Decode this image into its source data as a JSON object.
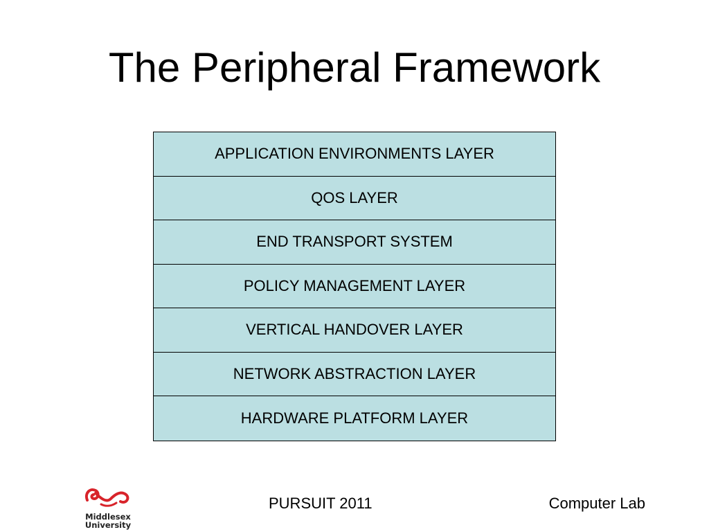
{
  "slide": {
    "title": "The Peripheral Framework"
  },
  "layers": [
    "APPLICATION ENVIRONMENTS LAYER",
    "QOS LAYER",
    "END TRANSPORT SYSTEM",
    "POLICY MANAGEMENT LAYER",
    "VERTICAL HANDOVER LAYER",
    "NETWORK ABSTRACTION LAYER",
    "HARDWARE PLATFORM LAYER"
  ],
  "footer": {
    "center": "PURSUIT 2011",
    "right": "Computer Lab",
    "logo_line1": "Middlesex",
    "logo_line2": "University"
  },
  "colors": {
    "layer_fill": "#bbdfe2",
    "logo_red": "#d8232a"
  }
}
